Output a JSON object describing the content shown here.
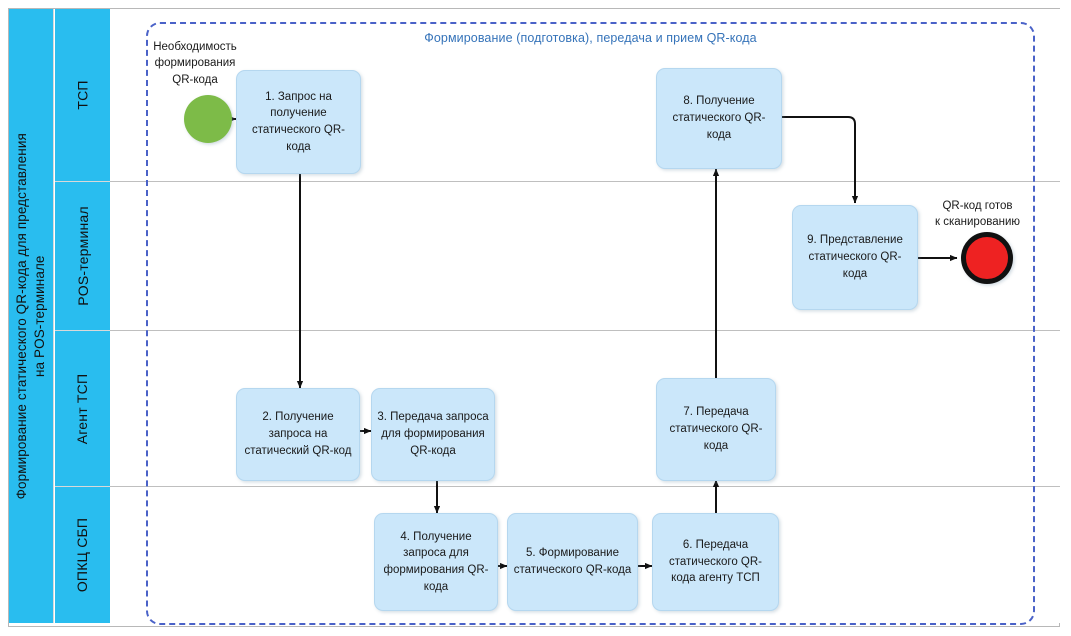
{
  "pool": {
    "title_line1": "Формирование статического QR-кода для представления",
    "title_line2": "на POS-терминале",
    "title_full": "Формирование статического QR-кода для представления на POS-терминале",
    "bar_color": "#29bdef"
  },
  "subprocess": {
    "title": "Формирование (подготовка), передача и прием QR-кода",
    "border_color": "#4a62c8",
    "title_color": "#3573b9"
  },
  "lanes": [
    {
      "label": "ТСП"
    },
    {
      "label": "POS-терминал"
    },
    {
      "label": "Агент ТСП"
    },
    {
      "label": "ОПКЦ СБП"
    }
  ],
  "events": [
    {
      "id": "start",
      "kind": "start-event",
      "label": "Необходимость\nформирования\nQR-кода",
      "label_line1": "Необходимость",
      "label_line2": "формирования",
      "label_line3": "QR-кода",
      "color": "#7dbb48",
      "lane": "ТСП"
    },
    {
      "id": "end",
      "kind": "end-event",
      "label_line1": "QR-код готов",
      "label_line2": "к сканированию",
      "color": "#ee2222",
      "lane": "POS-терминал"
    }
  ],
  "tasks": [
    {
      "id": 1,
      "lane": "ТСП",
      "text": "1. Запрос на получение статического QR-кода"
    },
    {
      "id": 2,
      "lane": "Агент ТСП",
      "text": "2. Получение запроса на статический QR-код"
    },
    {
      "id": 3,
      "lane": "Агент ТСП",
      "text": "3. Передача запроса для формирования QR-кода"
    },
    {
      "id": 4,
      "lane": "ОПКЦ СБП",
      "text": "4. Получение запроса для формирования QR-кода"
    },
    {
      "id": 5,
      "lane": "ОПКЦ СБП",
      "text": "5. Формирование статического QR-кода"
    },
    {
      "id": 6,
      "lane": "ОПКЦ СБП",
      "text": "6. Передача статического QR-кода агенту ТСП"
    },
    {
      "id": 7,
      "lane": "Агент ТСП",
      "text": "7. Передача статического QR-кода"
    },
    {
      "id": 8,
      "lane": "ТСП",
      "text": "8. Получение статического QR-кода"
    },
    {
      "id": 9,
      "lane": "POS-терминал",
      "text": "9. Представление статического QR-кода"
    }
  ],
  "flows": [
    {
      "from": "start",
      "to": "1"
    },
    {
      "from": "1",
      "to": "2"
    },
    {
      "from": "2",
      "to": "3"
    },
    {
      "from": "3",
      "to": "4"
    },
    {
      "from": "4",
      "to": "5"
    },
    {
      "from": "5",
      "to": "6"
    },
    {
      "from": "6",
      "to": "7"
    },
    {
      "from": "7",
      "to": "8"
    },
    {
      "from": "8",
      "to": "9"
    },
    {
      "from": "9",
      "to": "end"
    }
  ]
}
